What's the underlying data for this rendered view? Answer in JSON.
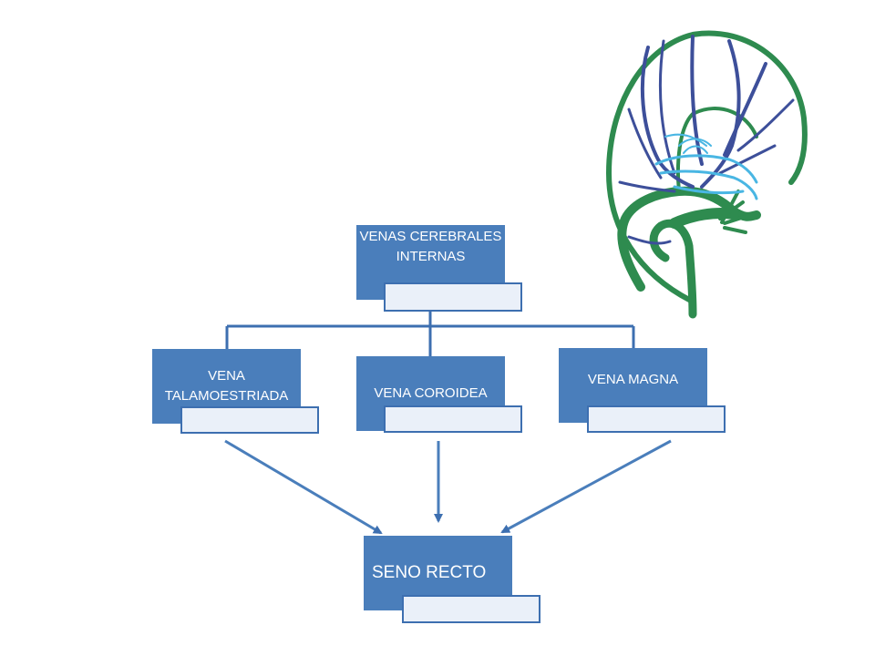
{
  "diagram": {
    "nodes": {
      "internas": "VENAS CEREBRALES INTERNAS",
      "talamoestriada": "VENA TALAMOESTRIADA",
      "coroidea": "VENA COROIDEA",
      "magna": "VENA MAGNA",
      "seno": "SENO RECTO"
    }
  },
  "colors": {
    "node_fill": "#4a7ebb",
    "node_text": "#ffffff",
    "connector": "#3d6fb0",
    "vein_green": "#2e8b4f",
    "vein_blue": "#3d4f9a",
    "vein_cyan": "#49b6e3"
  },
  "image": {
    "icon": "brain-venous-system-illustration"
  }
}
